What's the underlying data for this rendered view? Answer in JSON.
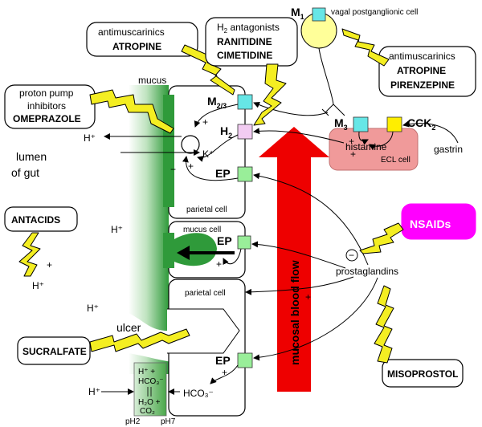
{
  "drugs": {
    "antimusc1_line1": "antimuscarinics",
    "antimusc1_line2": "ATROPINE",
    "h2ant_line1": "H",
    "h2ant_sub": "2",
    "h2ant_line1b": " antagonists",
    "h2ant_line2": "RANITIDINE",
    "h2ant_line3": "CIMETIDINE",
    "antimusc2_line1": "antimuscarinics",
    "antimusc2_line2": "ATROPINE",
    "antimusc2_line3": "PIRENZEPINE",
    "ppi_line1": "proton pump",
    "ppi_line2": "inhibitors",
    "ppi_line3": "OMEPRAZOLE",
    "antacids": "ANTACIDS",
    "sucralfate": "SUCRALFATE",
    "nsaids": "NSAIDs",
    "misoprostol": "MISOPROSTOL"
  },
  "labels": {
    "m1": "M",
    "m1_sub": "1",
    "vagal": "vagal postganglionic cell",
    "mucus": "mucus",
    "m23": "M",
    "m23_sub": "2/3",
    "h2": "H",
    "h2_sub": "2",
    "m3": "M",
    "m3_sub": "3",
    "cck": "CCK",
    "cck_sub": "2",
    "gastrin": "gastrin",
    "histamine": "histamine",
    "ecl_cell": "ECL cell",
    "hplus_out": "H⁺",
    "kplus": "K⁺",
    "lumen1": "lumen",
    "lumen2": "of gut",
    "ep_top": "EP",
    "parietal_top": "parietal cell",
    "mucus_cell": "mucus cell",
    "ep_mid": "EP",
    "hplus_lumen": "H⁺",
    "hplus_antacid": "H⁺",
    "prostaglandins": "prostaglandins",
    "minus": "−",
    "plus": "+",
    "parietal_bottom": "parietal cell",
    "hplus_ulcer": "H⁺",
    "ulcer": "ulcer",
    "ep_bot": "EP",
    "hco3": "HCO₃⁻",
    "hplus_bottom": "H⁺",
    "buf_hplus": "H⁺ +",
    "buf_hco3": "HCO₃⁻",
    "buf_h2o": "H₂O +",
    "buf_co2": "CO₂",
    "ph2": "pH2",
    "ph7": "pH7",
    "blood_flow": "mucosal blood flow"
  },
  "colors": {
    "receptor_blue": "#66e6e6",
    "receptor_pink": "#f2ccf2",
    "receptor_green": "#99ee99",
    "receptor_yellow": "#ffee00",
    "ecl_fill": "#f09a9a",
    "mucus_green": "#228b22",
    "nsaid_magenta": "#ff00ff",
    "zigzag_yellow": "#f4ee22",
    "blood_red": "#ee0000"
  }
}
